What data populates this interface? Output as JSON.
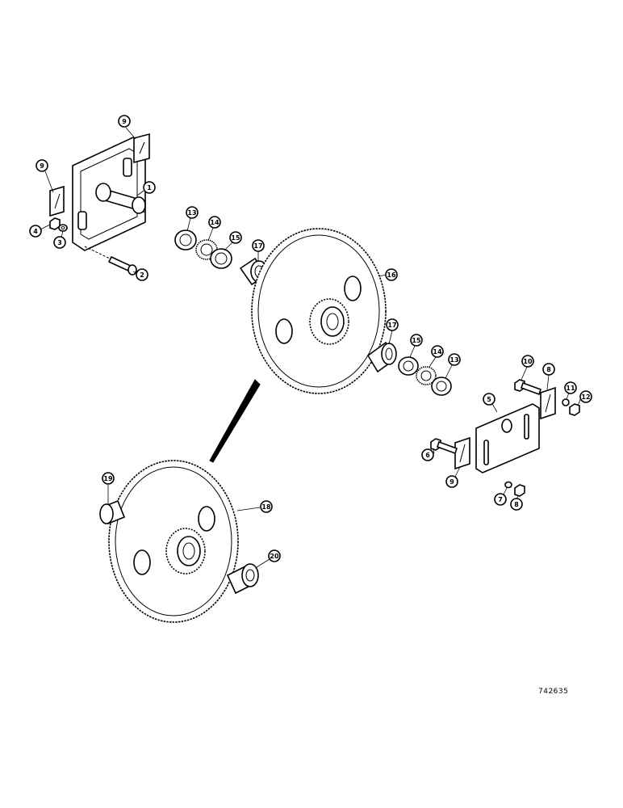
{
  "document_number": "742635",
  "callouts": [
    {
      "id": "c-9a",
      "label": "9"
    },
    {
      "id": "c-9b",
      "label": "9"
    },
    {
      "id": "c-1",
      "label": "1"
    },
    {
      "id": "c-4",
      "label": "4"
    },
    {
      "id": "c-3",
      "label": "3"
    },
    {
      "id": "c-2",
      "label": "2"
    },
    {
      "id": "c-13a",
      "label": "13"
    },
    {
      "id": "c-14a",
      "label": "14"
    },
    {
      "id": "c-15a",
      "label": "15"
    },
    {
      "id": "c-17a",
      "label": "17"
    },
    {
      "id": "c-16",
      "label": "16"
    },
    {
      "id": "c-17b",
      "label": "17"
    },
    {
      "id": "c-15b",
      "label": "15"
    },
    {
      "id": "c-14b",
      "label": "14"
    },
    {
      "id": "c-13b",
      "label": "13"
    },
    {
      "id": "c-10",
      "label": "10"
    },
    {
      "id": "c-8a",
      "label": "8"
    },
    {
      "id": "c-11",
      "label": "11"
    },
    {
      "id": "c-12",
      "label": "12"
    },
    {
      "id": "c-5",
      "label": "5"
    },
    {
      "id": "c-6",
      "label": "6"
    },
    {
      "id": "c-9c",
      "label": "9"
    },
    {
      "id": "c-7",
      "label": "7"
    },
    {
      "id": "c-8b",
      "label": "8"
    },
    {
      "id": "c-19",
      "label": "19"
    },
    {
      "id": "c-18",
      "label": "18"
    },
    {
      "id": "c-20",
      "label": "20"
    }
  ]
}
